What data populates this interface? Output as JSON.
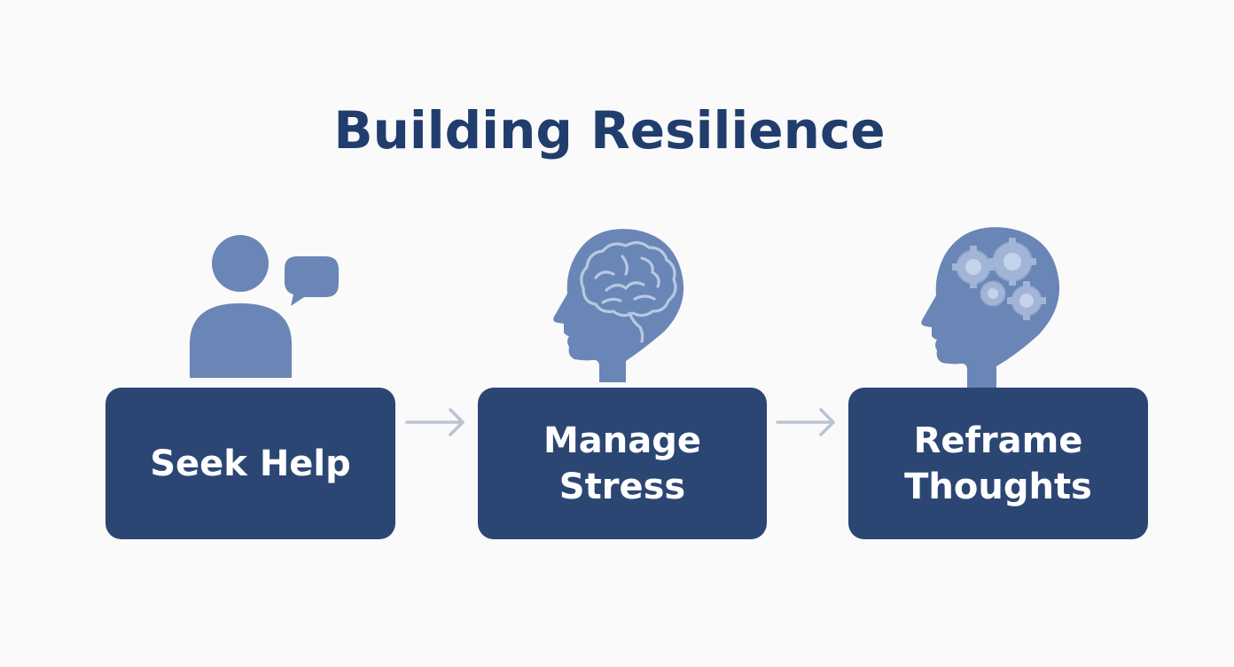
{
  "title": "Building Resilience",
  "steps": [
    {
      "label": "Seek Help",
      "icon": "person-speech-bubble-icon"
    },
    {
      "label": "Manage\nStress",
      "icon": "head-brain-icon"
    },
    {
      "label": "Reframe\nThoughts",
      "icon": "head-gears-icon"
    }
  ],
  "colors": {
    "box": "#2c4674",
    "title": "#213d6e",
    "icon": "#6a86b6",
    "icon_line": "#b8c8e2",
    "arrow": "#b9c3d4",
    "background": "#fafafa"
  }
}
